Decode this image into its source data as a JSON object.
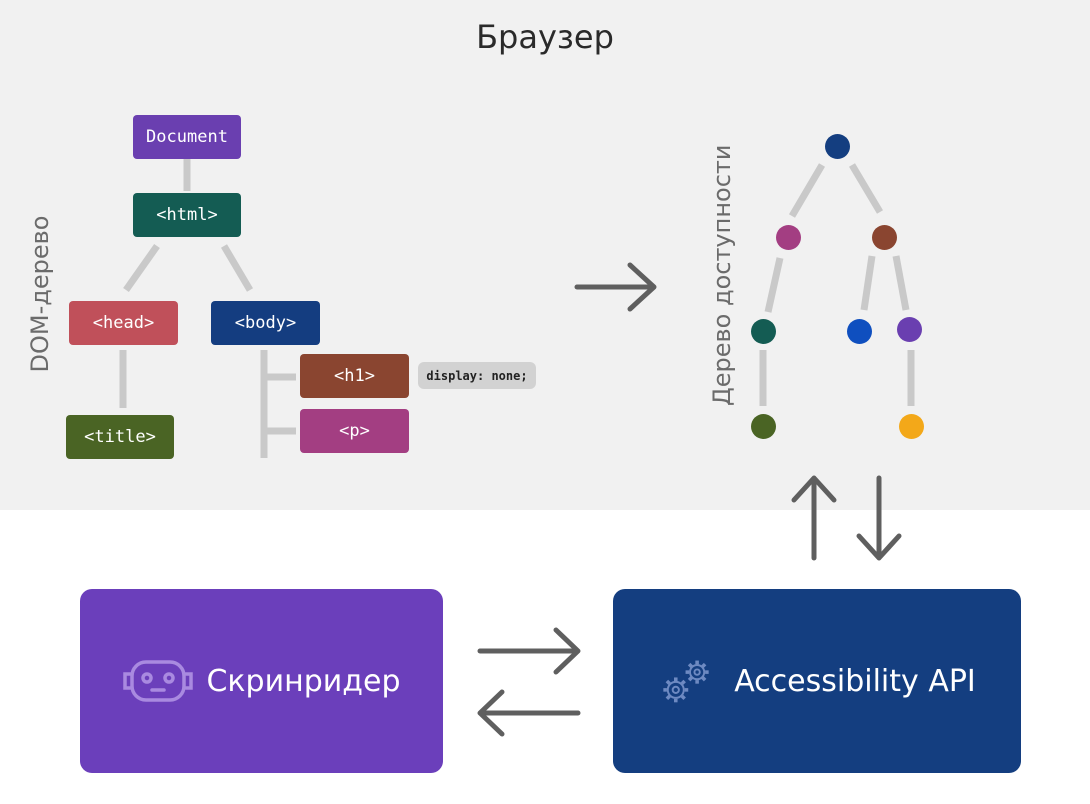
{
  "browser": {
    "title": "Браузер",
    "dom_label": "DOM-дерево",
    "a11y_label": "Дерево доступности"
  },
  "dom_tree": {
    "document": "Document",
    "html": "<html>",
    "head": "<head>",
    "body": "<body>",
    "title": "<title>",
    "h1": "<h1>",
    "p": "<p>",
    "h1_style": "display: none;"
  },
  "a11y_tree": {
    "nodes": [
      {
        "id": "root",
        "color": "#143e80"
      },
      {
        "id": "left",
        "color": "#a33e82"
      },
      {
        "id": "right",
        "color": "#8a4530"
      },
      {
        "id": "left-child",
        "color": "#145c53"
      },
      {
        "id": "right-child-1",
        "color": "#0f4fbf"
      },
      {
        "id": "right-child-2",
        "color": "#6a3fb0"
      },
      {
        "id": "left-leaf",
        "color": "#4a6424"
      },
      {
        "id": "right-leaf",
        "color": "#f3a819"
      }
    ]
  },
  "bottom": {
    "screenreader_label": "Скринридер",
    "screenreader_icon": "robot-icon",
    "api_label": "Accessibility API",
    "api_icon": "gears-icon"
  },
  "colors": {
    "background": "#f1f1f1",
    "connector": "#c9c9c9",
    "arrow": "#5f5f5f"
  }
}
